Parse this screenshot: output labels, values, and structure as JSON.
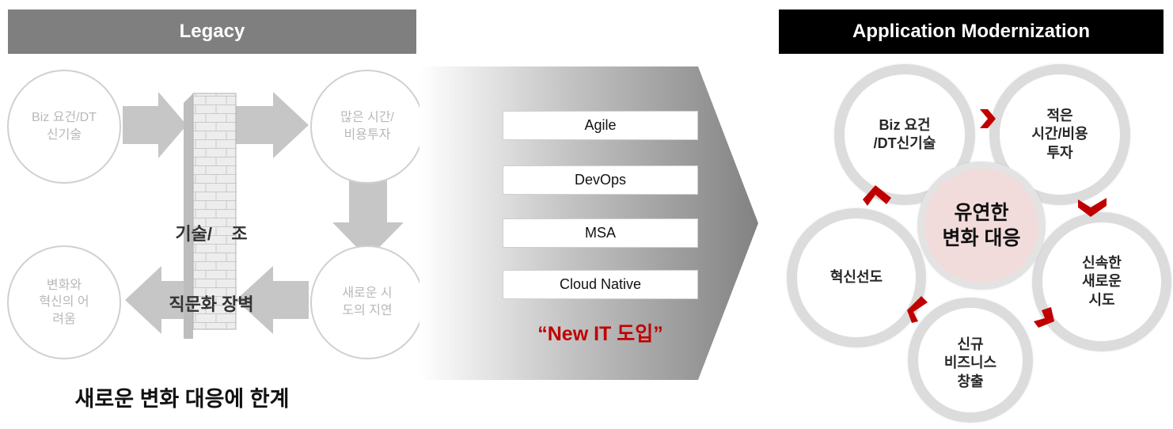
{
  "legacy": {
    "header": "Legacy",
    "header_color": "#7f7f7f",
    "circles": [
      {
        "id": "biz",
        "label": "Biz 요건/DT\n신기술"
      },
      {
        "id": "time",
        "label": "많은 시간/\n비용투자"
      },
      {
        "id": "new",
        "label": "새로운  시\n도의  지연"
      },
      {
        "id": "change",
        "label": "변화와\n혁신의  어\n려움"
      }
    ],
    "wall_label_line1": "기술/    조",
    "wall_label_line2": "직문화 장벽",
    "conclusion": "새로운 변화 대응에 한계"
  },
  "middle": {
    "items": [
      "Agile",
      "DevOps",
      "MSA",
      "Cloud Native"
    ],
    "tagline": "“New IT 도입”",
    "tagline_color": "#c00000"
  },
  "modern": {
    "header": "Application Modernization",
    "header_color": "#000000",
    "center_label": "유연한\n변화 대응",
    "center_fill": "#f2dcdb",
    "accent_color": "#c00000",
    "circles": [
      {
        "id": "biz",
        "label": "Biz 요건\n/DT신기술"
      },
      {
        "id": "cost",
        "label": "적은\n시간/비용\n투자"
      },
      {
        "id": "agile",
        "label": "신속한\n새로운\n시도"
      },
      {
        "id": "business",
        "label": "신규\n비즈니스\n창출"
      },
      {
        "id": "innovation",
        "label": "혁신선도"
      }
    ]
  }
}
